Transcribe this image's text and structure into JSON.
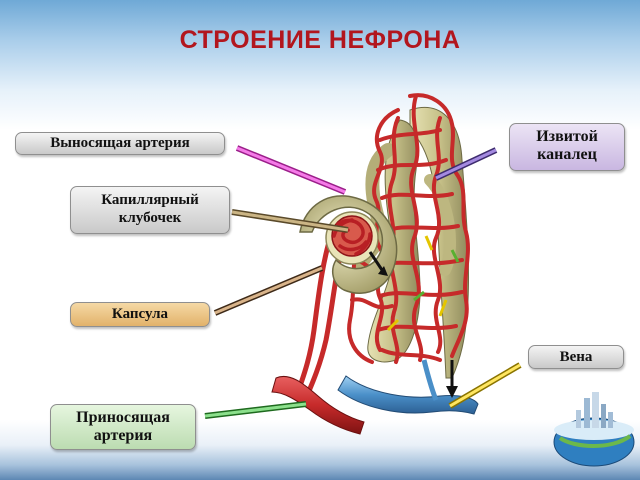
{
  "title": "СТРОЕНИЕ НЕФРОНА",
  "labels": {
    "efferent_artery": "Выносящая артерия",
    "glomerulus_line1": "Капиллярный",
    "glomerulus_line2": "клубочек",
    "capsule": "Капсула",
    "convoluted_tubule_line1": "Извитой",
    "convoluted_tubule_line2": "каналец",
    "vein": "Вена",
    "afferent_artery_line1": "Приносящая",
    "afferent_artery_line2": "артерия"
  },
  "colors": {
    "title": "#b2161e",
    "vessel_red": "#c62a2a",
    "vein_blue": "#4a8fc8",
    "tubule": "#c8c38c"
  }
}
